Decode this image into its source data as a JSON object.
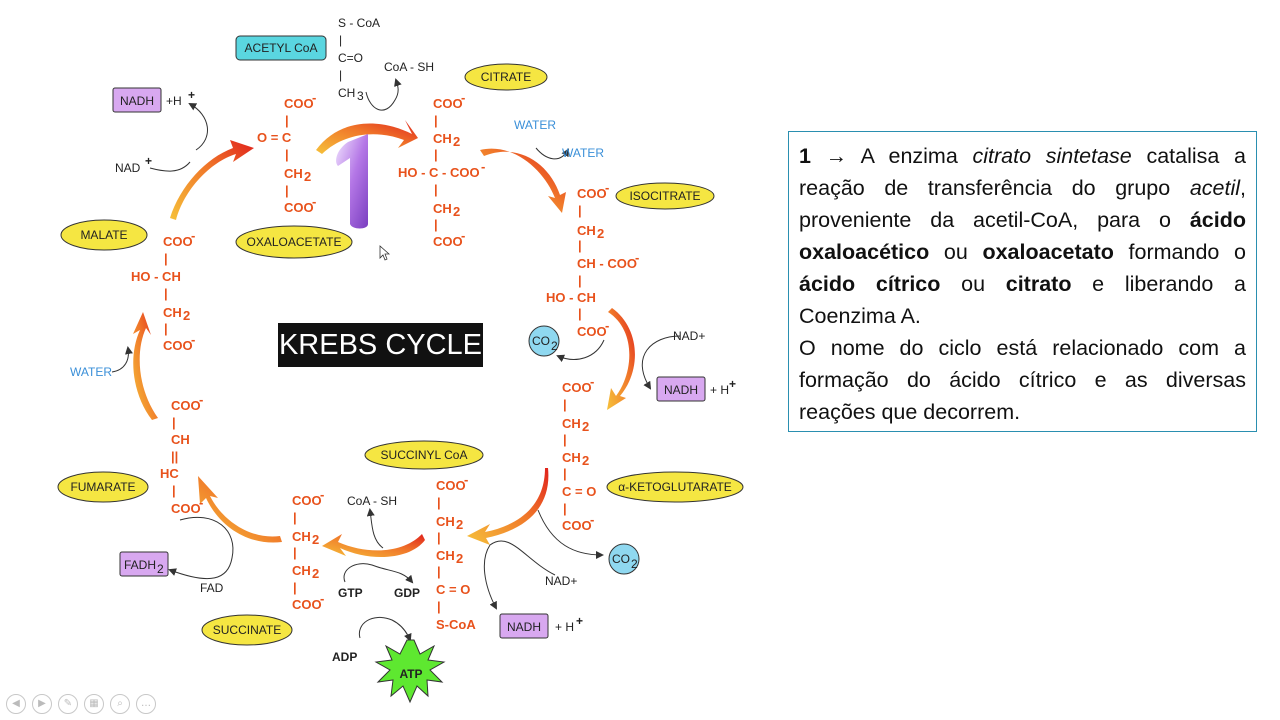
{
  "diagram": {
    "title": "KREBS CYCLE",
    "step_number": "1",
    "metabolites": {
      "acetyl_coa": "ACETYL CoA",
      "citrate": "CITRATE",
      "isocitrate": "ISOCITRATE",
      "alpha_ketoglutarate": "α-KETOGLUTARATE",
      "succinyl_coa": "SUCCINYL CoA",
      "succinate": "SUCCINATE",
      "fumarate": "FUMARATE",
      "malate": "MALATE",
      "oxaloacetate": "OXALOACETATE"
    },
    "cofactors": {
      "nadh": "NADH",
      "h_plus": "+H",
      "h_plus2": "+ H",
      "plus_sup": "+",
      "nad_plus": "NAD",
      "nad_plus2": "NAD+",
      "fadh": "FADH",
      "sub2": "2",
      "fad": "FAD",
      "co": "CO",
      "coa_sh": "CoA - SH",
      "water": "WATER",
      "gtp": "GTP",
      "gdp": "GDP",
      "adp": "ADP",
      "atp": "ATP"
    },
    "acetyl_structure": [
      "S - CoA",
      "|",
      "C=O",
      "|",
      "CH"
    ],
    "acetyl_sub3": "3",
    "chem": {
      "coo": "COO",
      "minus": "-",
      "bar": "|",
      "ch2": "CH",
      "co_eq": "O = C",
      "ho_c_coo": "HO - C - COO",
      "ch_coo": "CH - COO",
      "ho_ch": "HO - CH",
      "ch": "CH",
      "dbl": "||",
      "hc": "HC",
      "c_o": "C = O",
      "s_coa": "S-CoA"
    }
  },
  "textbox": {
    "lead_num": "1",
    "arrow": " → ",
    "seg1": "A enzima ",
    "enzyme": "citrato sintetase",
    "seg2": " catalisa a reação de transferência do grupo ",
    "group": "acetil",
    "seg3": ", proveniente da acetil-CoA, para o ",
    "b1": "ácido oxaloacético",
    "seg4": " ou ",
    "b2": "oxaloacetato",
    "seg5": " formando o ",
    "b3": "ácido cítrico",
    "seg6": " ou ",
    "b4": "citrato",
    "seg7": " e liberando a Coenzima A.",
    "para2": "O nome do ciclo está relacionado com a formação do ácido cítrico e as diversas reações que decorrem."
  },
  "colors": {
    "chem_orange": "#e8521c",
    "metabolite_yellow": "#f5e642",
    "acetyl_cyan": "#5ad6e0",
    "cofactor_purple": "#d8a8f0",
    "co2_blue": "#8fd8f0",
    "water_blue": "#3a8fd8",
    "atp_green": "#5ee830",
    "textbox_border": "#2a8fb0"
  },
  "nav_icons": [
    "prev-icon",
    "next-icon",
    "pen-icon",
    "slides-icon",
    "zoom-icon",
    "more-icon"
  ]
}
